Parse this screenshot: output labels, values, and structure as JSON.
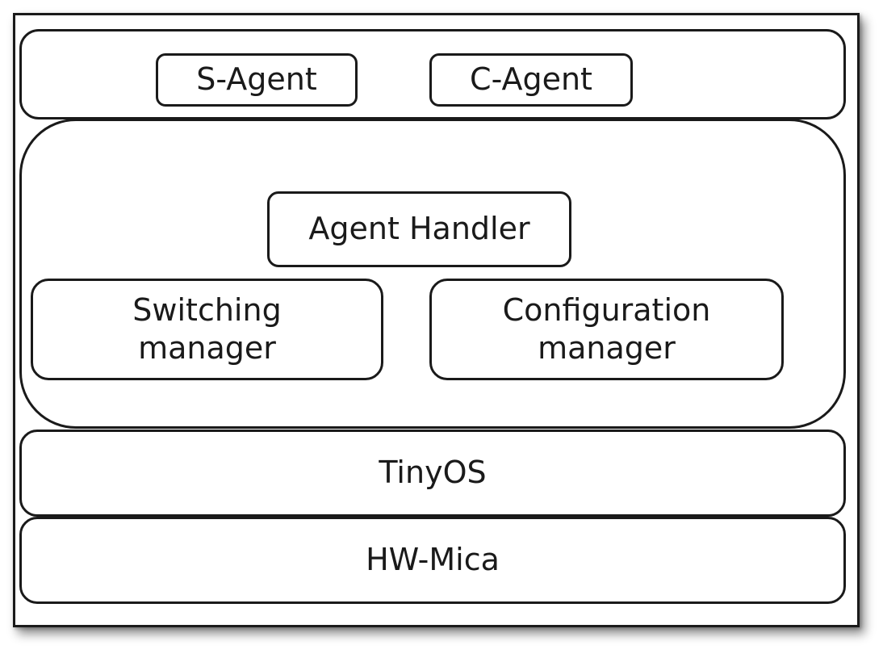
{
  "diagram": {
    "agents": {
      "s_agent": "S-Agent",
      "c_agent": "C-Agent"
    },
    "middleware": {
      "agent_handler": "Agent Handler",
      "switching_manager": "Switching\nmanager",
      "configuration_manager": "Configuration\nmanager"
    },
    "tinyos": "TinyOS",
    "hardware": "HW-Mica"
  }
}
